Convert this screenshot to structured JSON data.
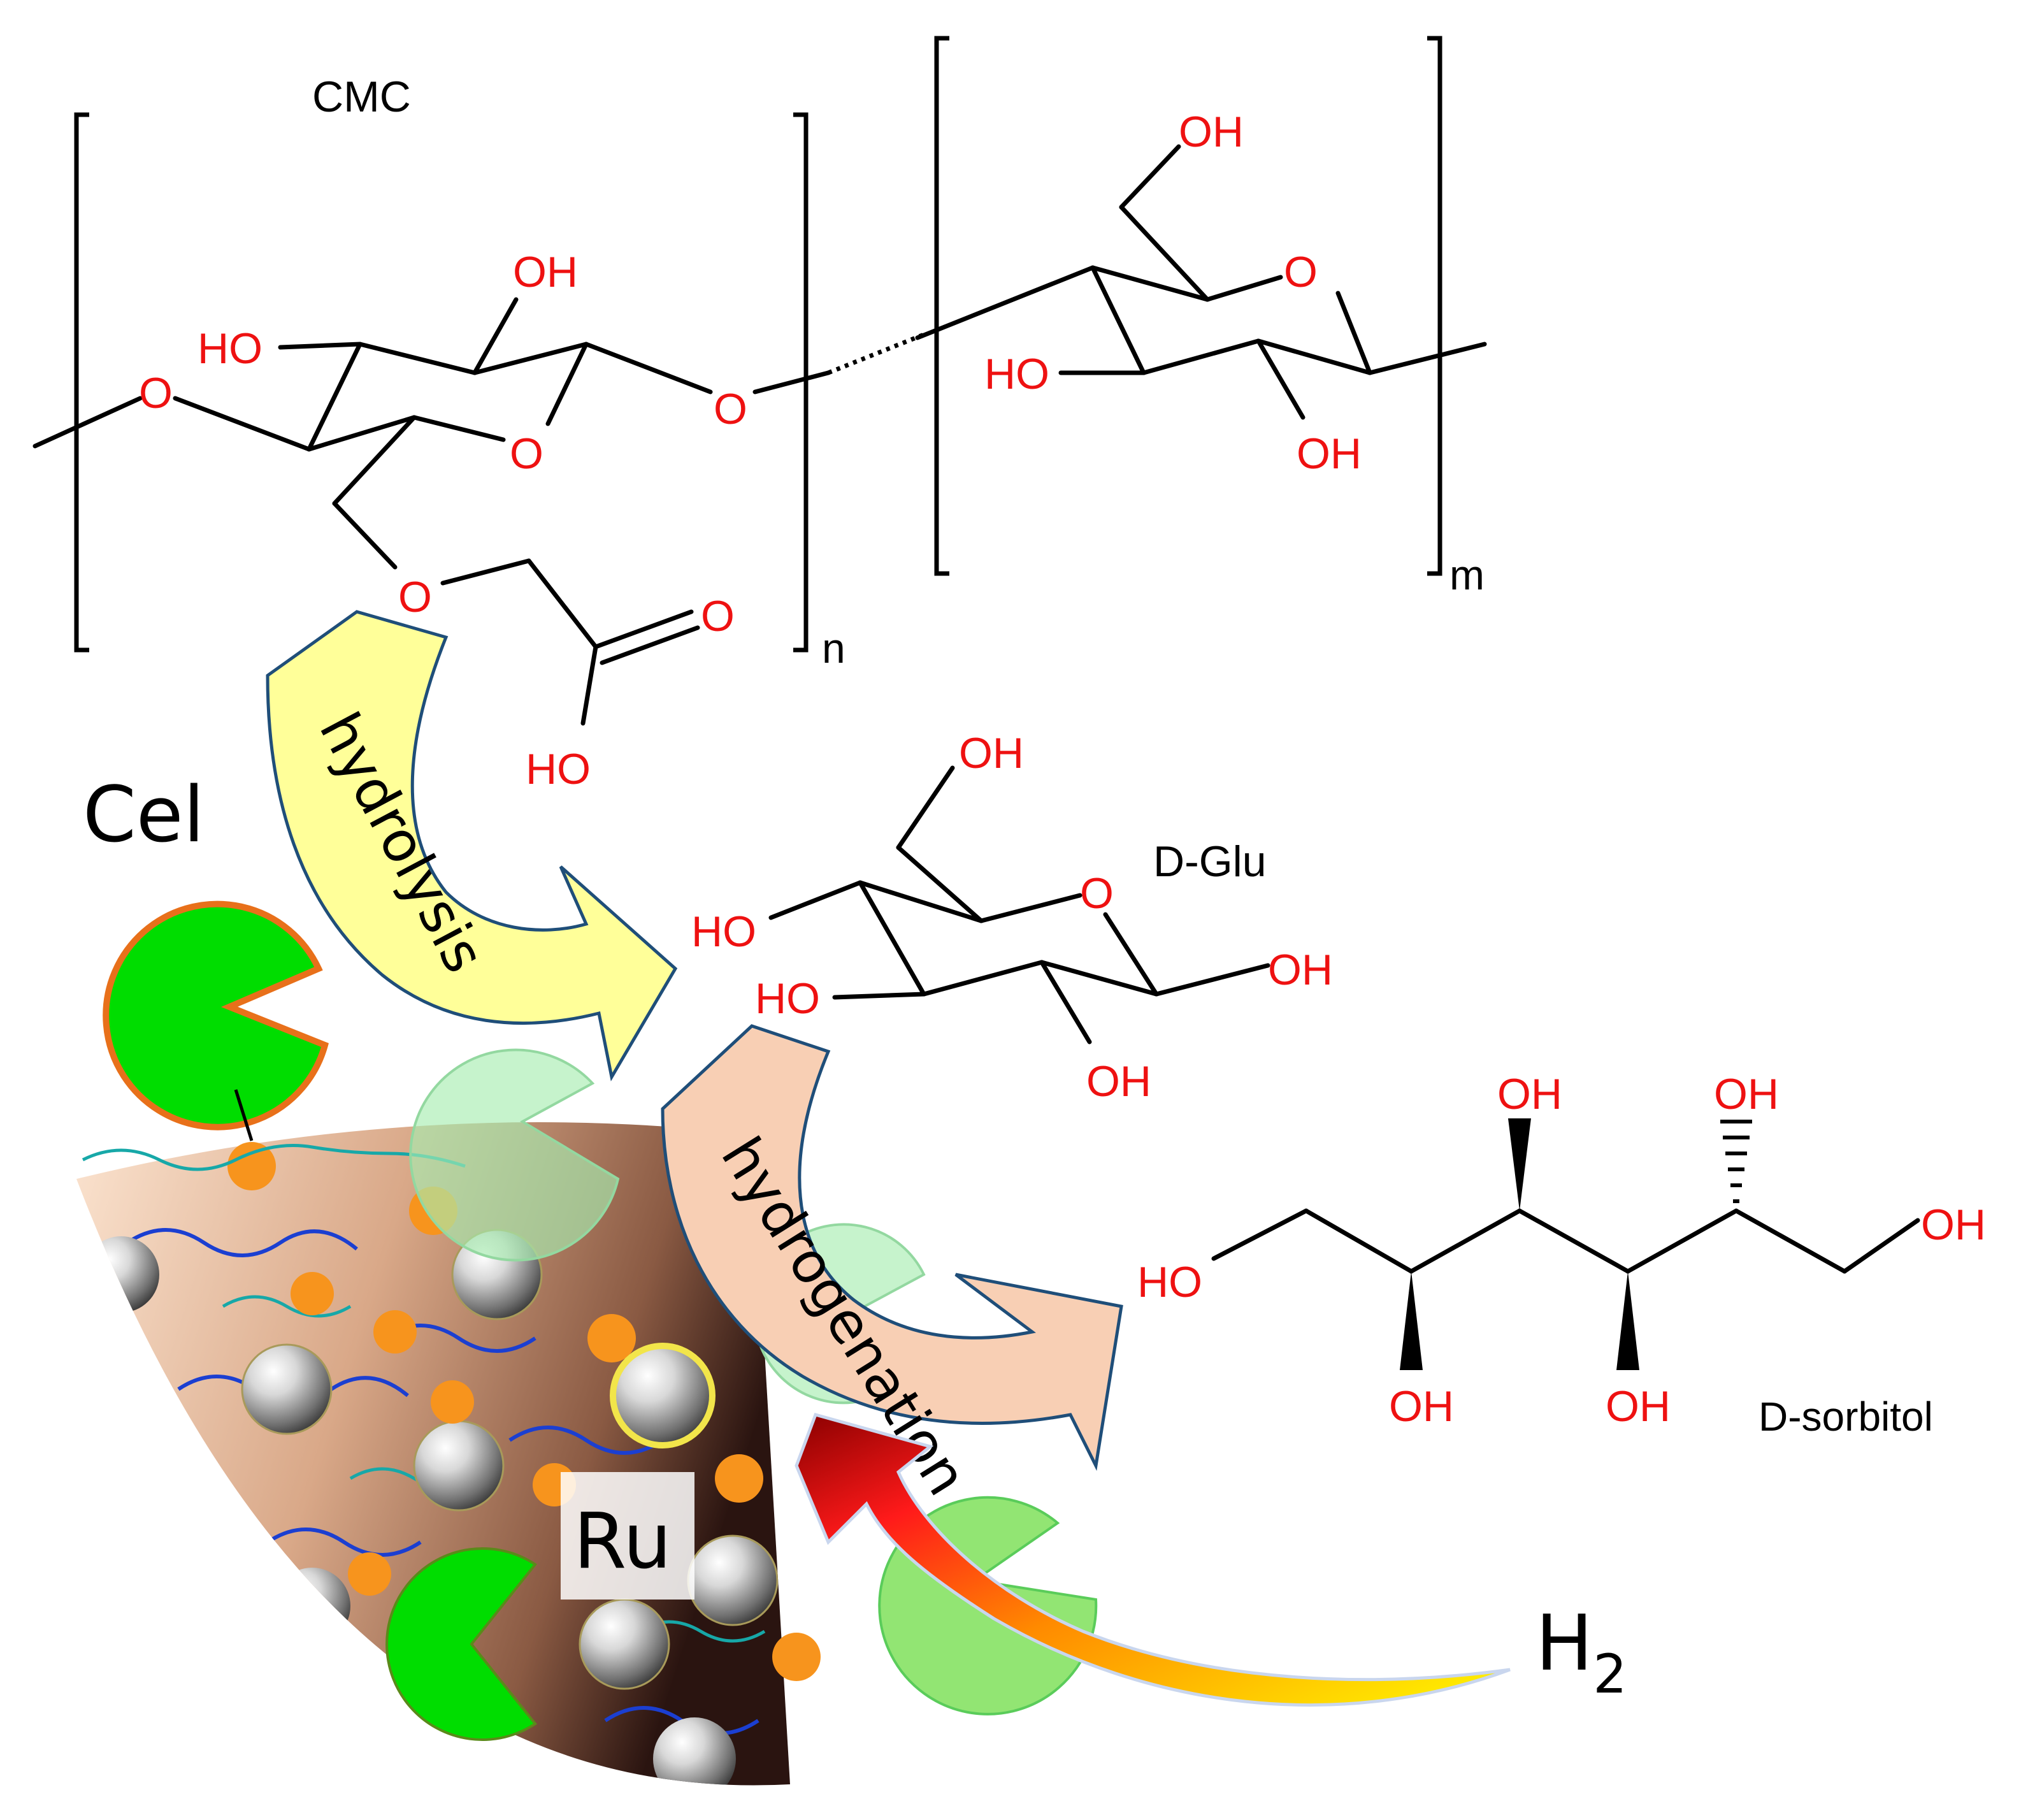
{
  "labels": {
    "cmc": "CMC",
    "n": "n",
    "m": "m",
    "d_glu": "D-Glu",
    "d_sorbitol": "D-sorbitol",
    "cel": "Cel",
    "ru": "Ru",
    "h2_main": "H",
    "h2_sub": "2",
    "hydrolysis": "hydrolysis",
    "hydrogenation": "hydrogenation"
  },
  "atoms": {
    "o": "O",
    "oh": "OH",
    "ho": "HO"
  },
  "colors": {
    "bond": "#000000",
    "heteroatom": "#ee1111",
    "hydrolysis_arrow": "#ffff99",
    "hydrogenation_arrow": "#f8cfb4",
    "arrow_outline": "#1f4e79",
    "enzyme": "#00dd00",
    "enzyme_outline": "#e8701a",
    "linker_bead": "#f7941d",
    "support": "#c99b7d",
    "ru_particle": "#b5b5b5",
    "h2_arrow_start": "#ffee00",
    "h2_arrow_end": "#aa0000"
  },
  "icons": [
    "enzyme-pacman-icon",
    "ru-nanoparticle-icon",
    "linker-bead-icon"
  ]
}
